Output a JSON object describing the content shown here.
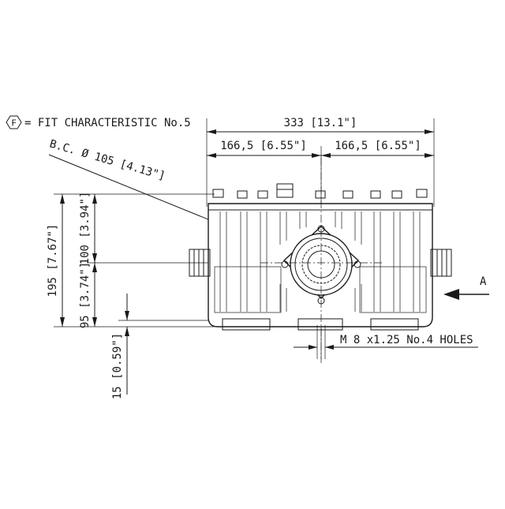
{
  "legend": {
    "symbol_letter": "F",
    "text": "= FIT CHARACTERISTIC No.5"
  },
  "dimensions": {
    "overall_width": "333 [13.1\"]",
    "half_left": "166,5 [6.55\"]",
    "half_right": "166,5 [6.55\"]",
    "bolt_circle": "B.C.  Ø 105 [4.13\"]",
    "total_height": "195 [7.67\"]",
    "upper_height": "100 [3.94\"]",
    "lower_height": "95 [3.74\"]",
    "foot_height": "15 [0.59\"]",
    "holes": "M 8 x1.25 No.4 HOLES"
  },
  "view": {
    "label": "A"
  }
}
